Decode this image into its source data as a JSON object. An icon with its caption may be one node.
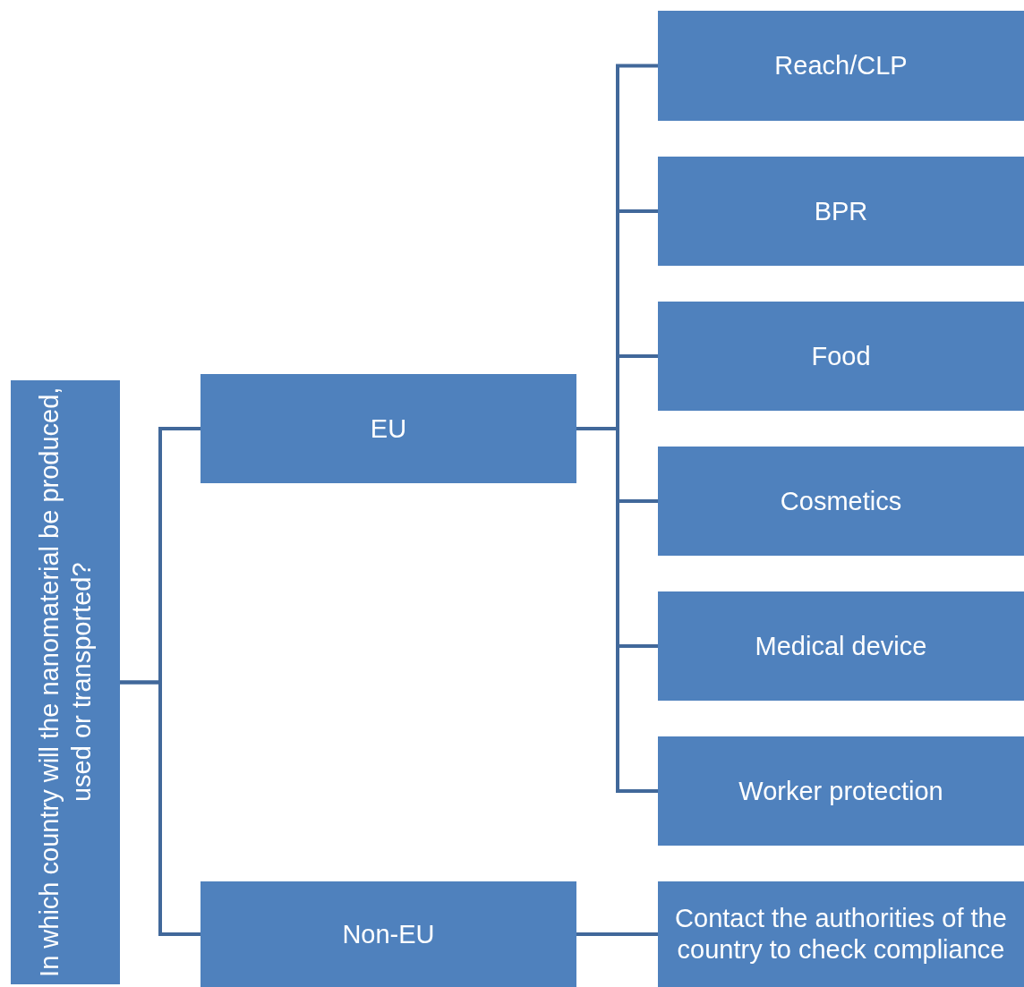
{
  "diagram": {
    "nodes": [
      {
        "text": [
          "In which country will the nanomaterial be produced, used or transported?"
        ]
      },
      {
        "text": [
          "EU"
        ]
      },
      {
        "text": [
          "Non-EU"
        ]
      },
      {
        "text": [
          "Reach/CLP"
        ]
      },
      {
        "text": [
          "BPR"
        ]
      },
      {
        "text": [
          "Food"
        ]
      },
      {
        "text": [
          "Cosmetics"
        ]
      },
      {
        "text": [
          "Medical device"
        ]
      },
      {
        "text": [
          "Worker protection"
        ]
      },
      {
        "text": [
          "Contact the authorities of the country to check compliance"
        ]
      }
    ],
    "edges": [
      {
        "from": 0,
        "to": 1,
        "arrow": "none"
      },
      {
        "from": 0,
        "to": 2,
        "arrow": "none"
      },
      {
        "from": 1,
        "to": 3,
        "arrow": "none"
      },
      {
        "from": 1,
        "to": 4,
        "arrow": "none"
      },
      {
        "from": 1,
        "to": 5,
        "arrow": "none"
      },
      {
        "from": 1,
        "to": 6,
        "arrow": "none"
      },
      {
        "from": 1,
        "to": 7,
        "arrow": "none"
      },
      {
        "from": 1,
        "to": 8,
        "arrow": "none"
      },
      {
        "from": 2,
        "to": 9,
        "arrow": "none"
      }
    ]
  }
}
